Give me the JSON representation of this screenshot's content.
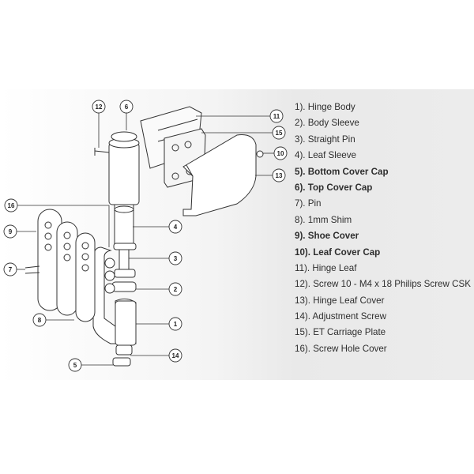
{
  "legend": {
    "items": [
      {
        "label": "1). Hinge Body",
        "bold": false
      },
      {
        "label": "2). Body Sleeve",
        "bold": false
      },
      {
        "label": "3). Straight Pin",
        "bold": false
      },
      {
        "label": "4). Leaf Sleeve",
        "bold": false
      },
      {
        "label": "5). Bottom Cover Cap",
        "bold": true
      },
      {
        "label": "6). Top Cover Cap",
        "bold": true
      },
      {
        "label": "7). Pin",
        "bold": false
      },
      {
        "label": "8). 1mm Shim",
        "bold": false
      },
      {
        "label": "9). Shoe Cover",
        "bold": true
      },
      {
        "label": "10). Leaf Cover Cap",
        "bold": true
      },
      {
        "label": "11). Hinge Leaf",
        "bold": false
      },
      {
        "label": "12). Screw 10 - M4 x 18 Philips Screw CSK",
        "bold": false
      },
      {
        "label": "13). Hinge Leaf Cover",
        "bold": false
      },
      {
        "label": "14). Adjustment Screw",
        "bold": false
      },
      {
        "label": "15). ET Carriage Plate",
        "bold": false
      },
      {
        "label": "16). Screw Hole Cover",
        "bold": false
      }
    ]
  },
  "callouts": {
    "c1": "1",
    "c2": "2",
    "c3": "3",
    "c4": "4",
    "c5": "5",
    "c6": "6",
    "c7": "7",
    "c8": "8",
    "c9": "9",
    "c10": "10",
    "c11": "11",
    "c12": "12",
    "c13": "13",
    "c14": "14",
    "c15": "15",
    "c16": "16"
  }
}
